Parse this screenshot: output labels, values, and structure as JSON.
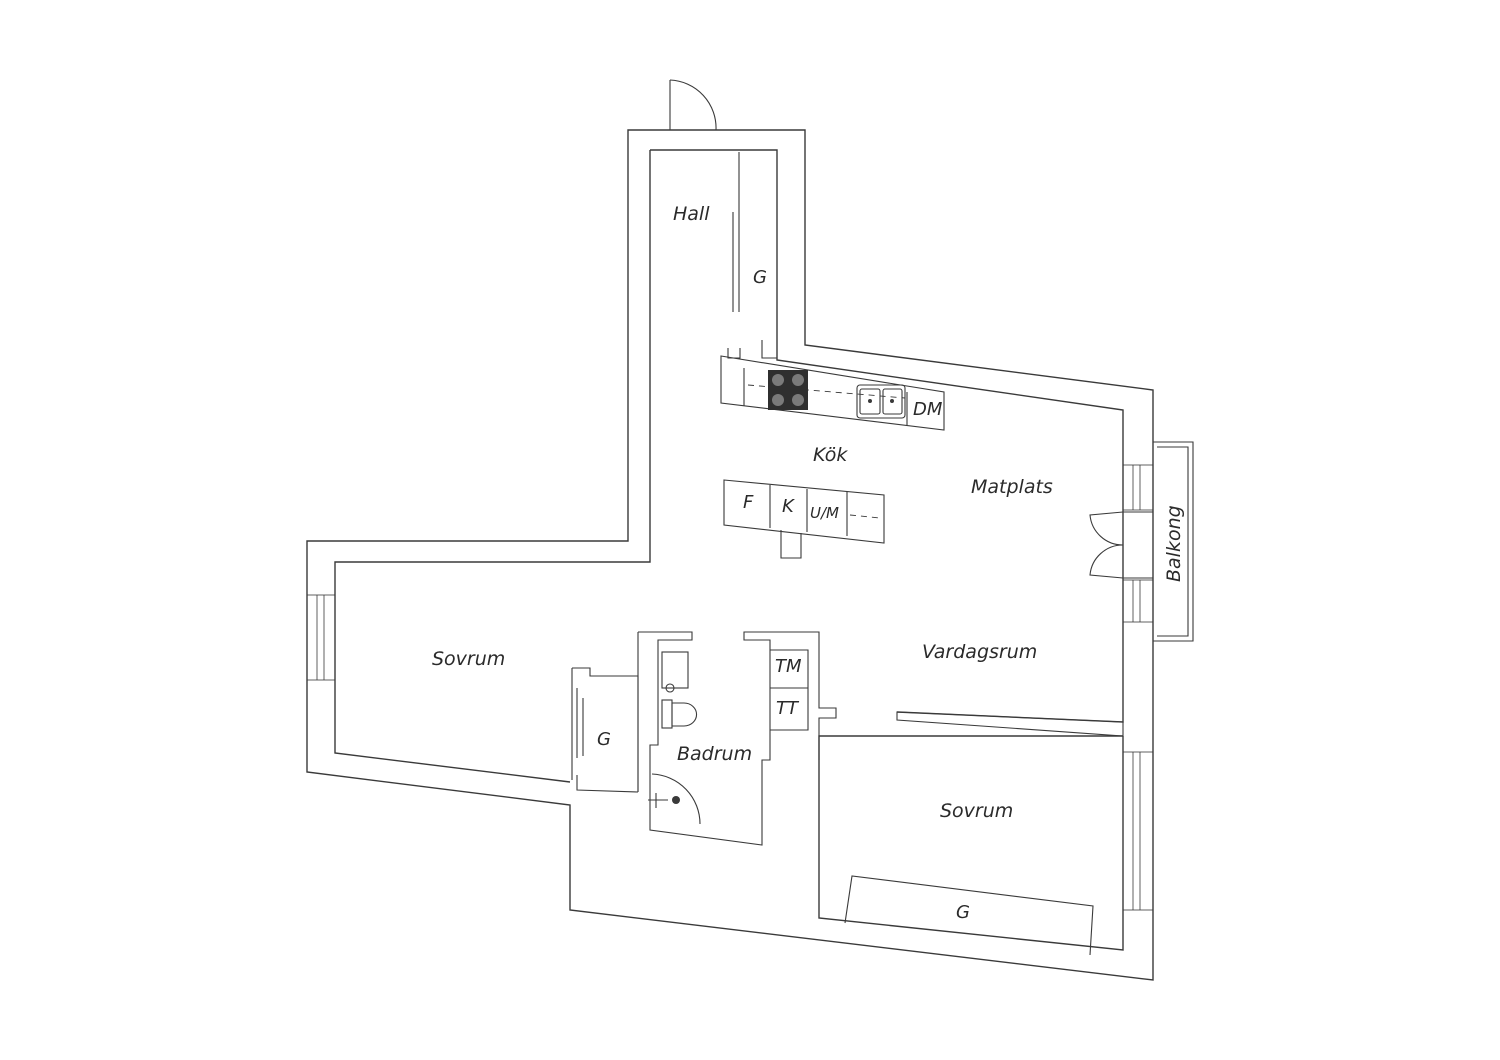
{
  "rooms": {
    "hall": "Hall",
    "hall_wardrobe": "G",
    "kitchen": "Kök",
    "dishwasher": "DM",
    "dining": "Matplats",
    "island_fridge": "F",
    "island_freezer": "K",
    "island_oven": "U/M",
    "balcony": "Balkong",
    "bedroom_west": "Sovrum",
    "bedroom_west_wardrobe": "G",
    "washer": "TM",
    "dryer": "TT",
    "bathroom": "Badrum",
    "living": "Vardagsrum",
    "bedroom_south": "Sovrum",
    "bedroom_south_wardrobe": "G"
  }
}
